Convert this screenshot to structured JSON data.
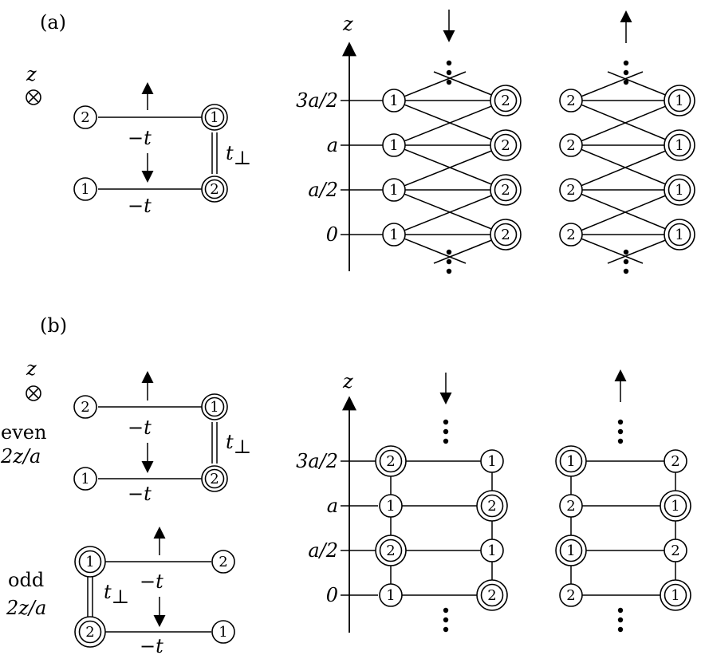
{
  "panel_a": {
    "label": "(a)",
    "axis_z": "z",
    "hop_top": "−t",
    "hop_bottom": "−t",
    "t_perp": "t",
    "t_perp_sub": "⊥",
    "site_1": "1",
    "site_2": "2",
    "ticks": [
      "3a/2",
      "a",
      "a/2",
      "0"
    ]
  },
  "panel_b": {
    "label": "(b)",
    "axis_z": "z",
    "even_word": "even",
    "even_ratio": "2z/a",
    "odd_word": "odd",
    "odd_ratio": "2z/a",
    "hop_top": "−t",
    "hop_bottom": "−t",
    "hop_top_odd": "−t",
    "hop_bottom_odd": "−t",
    "t_perp": "t",
    "t_perp_sub": "⊥",
    "site_1": "1",
    "site_2": "2",
    "ticks": [
      "3a/2",
      "a",
      "a/2",
      "0"
    ]
  }
}
